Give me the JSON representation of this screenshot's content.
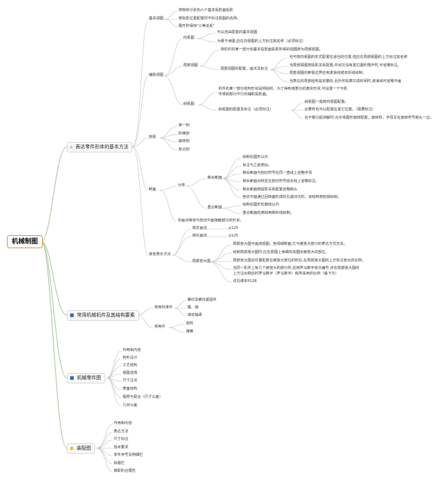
{
  "root": "机械制图",
  "b1": {
    "label": "表达零件形体的基本方法",
    "icon": "home-icon",
    "basic": {
      "label": "基本视图",
      "items": [
        "将物体分别向六个基本投影面投影",
        "按投影位置配置时不标注视图的名称。",
        "展开时保持\"三等关系\""
      ]
    },
    "aux": {
      "label": "辅助视图",
      "xiang": {
        "label": "向视图",
        "items": [
          "可以自由配置的基本视图",
          "为便于读图,应在向视图的上方标注其名称（必须标注）"
        ]
      },
      "jubu": {
        "label": "局部视图",
        "desc": "将机件的某一部分向基本投影面投影所得的视图称为局部视图。",
        "sub_label": "局部视图的配置、画法及标注",
        "sub_items": [
          "也可按向视图的形式配置在适当的位置,但应在局部视图的上方标注其名称",
          "当局部视图按投影关系配置,中间又没有其它图形隔开时,可省略标注。",
          "局部视图的断裂边界应用波浪线或双折线绘制。",
          "当表达的局部结构是完整的,且外形轮廓又成封闭时,波浪线可省略不画"
        ]
      },
      "xie": {
        "label": "斜视图",
        "desc_1": "机件的某一部分结构形状是倾斜的，为了得到该部分的真实形状,可设置一个与机",
        "desc_2": "件倾斜部分平行的辅助投影面。",
        "sub_label": "斜视图的配置及标注（必须标注）",
        "sub_items": [
          "斜视图一般按向视图配置。",
          "必要时也可以配置在其它位置。（需要标注）",
          "在不致引起误解时,允许将图形旋转配置。旋转时，字母写在旋转符号箭头一边。"
        ]
      }
    },
    "pou": {
      "label": "剖视",
      "items": [
        "单一剖",
        "阶梯剖",
        "旋转剖",
        "复合剖"
      ]
    },
    "duan": {
      "label": "断面",
      "fenlei": "分类",
      "yichu": {
        "label": "移出断面",
        "items": [
          "绘制在图形以外",
          "标注与之前类似。",
          "移出断面与剖切符号在同一直线上省略字母",
          "移出断面对称且在剖切符号延长线上省略标注。",
          "移出断面按投影关系配置省略箭头",
          "剖切平面通过回转面形成的孔或凹坑时，该结构按剖视绘制。"
        ]
      },
      "chonghe": {
        "label": "重合断面",
        "items": [
          "绘制在图形轮廓线以内",
          "重合断面轮廓线用细实线绘制。"
        ]
      },
      "footnote": "仅画出物体与剖切平面接触部分的形状。"
    },
    "other": {
      "label": "其他表示方法",
      "guiding": {
        "label": "规定画法",
        "page": "p125"
      },
      "jianhua": {
        "label": "简化画法",
        "page": "p125"
      },
      "fangda": {
        "label": "局部放大图",
        "items": [
          "局部放大图可画成视图、剖视或断面,它与被放大部分的表达方式无关。",
          "绘制局部放大图时,应在原图上用细实线圈出被放大的部位。",
          "局部放大图应尽量配置在被放大部位的附近,在局部放大图的上方标注放大的比例。",
          "当同一机件上有几个被放大的部分时,应用罗马数字依次编号,并在局部放大图的",
          "上方注出相应的罗马数字（罗马数字）和所采用的比例（最下方）",
          "详见课本P128"
        ]
      }
    }
  },
  "b2": {
    "label": "常用机械机件及其结构要素",
    "icon": "square-icon",
    "biaozhun": {
      "label": "常用标准件",
      "items": [
        "螺纹及螺纹紧固件",
        "键、销",
        "滚动轴承"
      ]
    },
    "changyong": {
      "label": "常用件",
      "items": [
        "齿轮",
        "弹簧"
      ]
    }
  },
  "b3": {
    "label": "机械零件图",
    "icon": "square-icon",
    "items": [
      "作用和内容",
      "构形设计",
      "工艺结构",
      "视图选择",
      "尺寸注法",
      "表面结构",
      "极限与配合（尺寸公差）",
      "几何公差"
    ]
  },
  "b4": {
    "label": "装配图",
    "icon": "bulb-icon",
    "items": [
      "作用和内容",
      "表达方法",
      "尺寸标注",
      "技术要求",
      "零件序号及明细栏",
      "标题栏",
      "装配的合理性"
    ]
  },
  "colors": {
    "branch_line": "#a9c8a0",
    "root_border": "#e08a3c",
    "sub_line": "#bbbbbb",
    "home": "#e0663c",
    "square": "#2e6fb8",
    "bulb": "#e6c53a"
  }
}
